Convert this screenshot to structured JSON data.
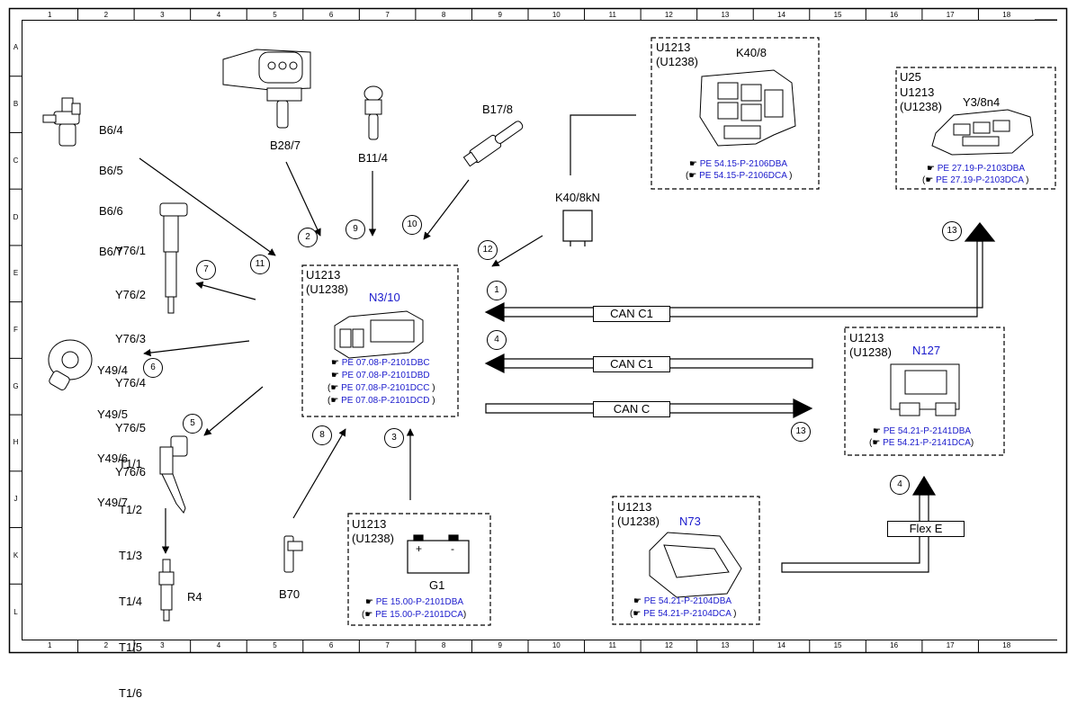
{
  "grid": {
    "columns": [
      "1",
      "2",
      "3",
      "4",
      "5",
      "6",
      "7",
      "8",
      "9",
      "10",
      "11",
      "12",
      "13",
      "14",
      "15",
      "16",
      "17",
      "18"
    ],
    "rows": [
      "A",
      "B",
      "C",
      "D",
      "E",
      "F",
      "G",
      "H",
      "J",
      "K",
      "L"
    ]
  },
  "components": {
    "b6": [
      "B6/4",
      "B6/5",
      "B6/6",
      "B6/7"
    ],
    "b28": "B28/7",
    "b11": "B11/4",
    "b17": "B17/8",
    "y76": [
      "Y76/1",
      "Y76/2",
      "Y76/3",
      "Y76/4",
      "Y76/5",
      "Y76/6"
    ],
    "y49": [
      "Y49/4",
      "Y49/5",
      "Y49/6",
      "Y49/7"
    ],
    "t1": [
      "T1/1",
      "T1/2",
      "T1/3",
      "T1/4",
      "T1/5",
      "T1/6"
    ],
    "r4": "R4",
    "b70": "B70",
    "k40kn": "K40/8kN"
  },
  "modules": {
    "k40": {
      "u1": "U1213",
      "u2": "(U1238)",
      "name": "K40/8",
      "refs": [
        "PE 54.15-P-2106DBA",
        "PE 54.15-P-2106DCA"
      ]
    },
    "y3": {
      "u0": "U25",
      "u1": "U1213",
      "u2": "(U1238)",
      "name": "Y3/8n4",
      "refs": [
        "PE 27.19-P-2103DBA",
        "PE 27.19-P-2103DCA"
      ]
    },
    "n310": {
      "u1": "U1213",
      "u2": "(U1238)",
      "name": "N3/10",
      "refs": [
        "PE 07.08-P-2101DBC",
        "PE 07.08-P-2101DBD",
        "PE 07.08-P-2101DCC",
        "PE 07.08-P-2101DCD"
      ]
    },
    "n127": {
      "u1": "U1213",
      "u2": "(U1238)",
      "name": "N127",
      "refs": [
        "PE 54.21-P-2141DBA",
        "PE 54.21-P-2141DCA"
      ]
    },
    "g1": {
      "u1": "U1213",
      "u2": "(U1238)",
      "name": "G1",
      "plus": "+",
      "minus": "-",
      "refs": [
        "PE 15.00-P-2101DBA",
        "PE 15.00-P-2101DCA"
      ]
    },
    "n73": {
      "u1": "U1213",
      "u2": "(U1238)",
      "name": "N73",
      "refs": [
        "PE 54.21-P-2104DBA",
        "PE 54.21-P-2104DCA"
      ]
    }
  },
  "buses": {
    "can1": "CAN C1",
    "can2": "CAN C1",
    "can3": "CAN C",
    "flex": "Flex E"
  },
  "numbers": {
    "n1": "1",
    "n2": "2",
    "n3": "3",
    "n4": "4",
    "n4b": "4",
    "n5": "5",
    "n6": "6",
    "n7": "7",
    "n8": "8",
    "n9": "9",
    "n10": "10",
    "n11": "11",
    "n12": "12",
    "n13": "13",
    "n13b": "13"
  },
  "colors": {
    "link": "#1a1acc",
    "line": "#000000"
  }
}
